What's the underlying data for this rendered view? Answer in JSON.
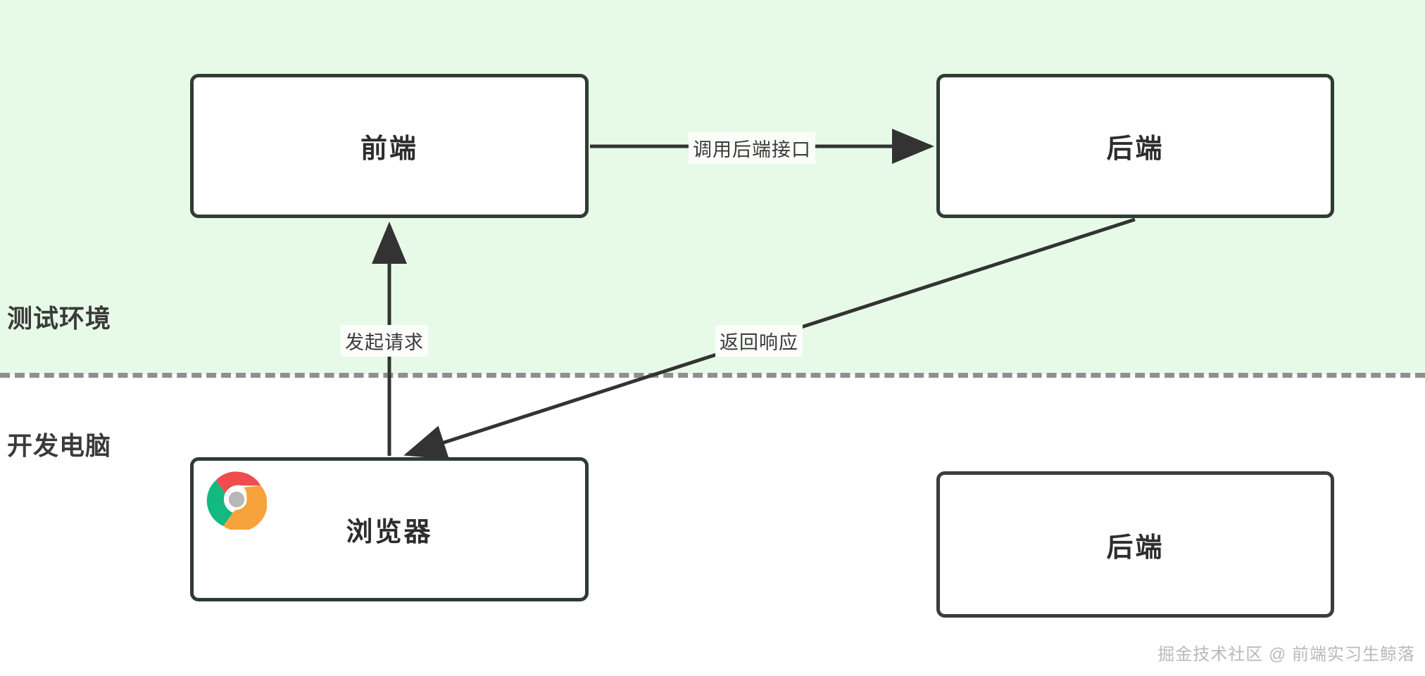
{
  "diagram": {
    "zones": [
      {
        "id": "test",
        "label": "测试环境",
        "background": "#e7fae7"
      },
      {
        "id": "dev",
        "label": "开发电脑",
        "background": "#ffffff"
      }
    ],
    "divider": {
      "style": "dashed",
      "color": "#8f8f92"
    },
    "nodes": [
      {
        "id": "frontend",
        "label": "前端",
        "zone": "test",
        "icon": null
      },
      {
        "id": "backend-top",
        "label": "后端",
        "zone": "test",
        "icon": null
      },
      {
        "id": "browser",
        "label": "浏览器",
        "zone": "dev",
        "icon": "chrome-icon"
      },
      {
        "id": "backend-bottom",
        "label": "后端",
        "zone": "dev",
        "icon": null
      }
    ],
    "edges": [
      {
        "id": "call",
        "from": "frontend",
        "to": "backend-top",
        "label": "调用后端接口"
      },
      {
        "id": "request",
        "from": "browser",
        "to": "frontend",
        "label": "发起请求"
      },
      {
        "id": "response",
        "from": "backend-top",
        "to": "browser",
        "label": "返回响应"
      }
    ],
    "colors": {
      "node_border": "#2f3b33",
      "node_fill": "#ffffff",
      "edge_stroke": "#333333",
      "text": "#2d2d2d"
    }
  },
  "watermark": {
    "text": "掘金技术社区 @ 前端实习生鲸落"
  }
}
